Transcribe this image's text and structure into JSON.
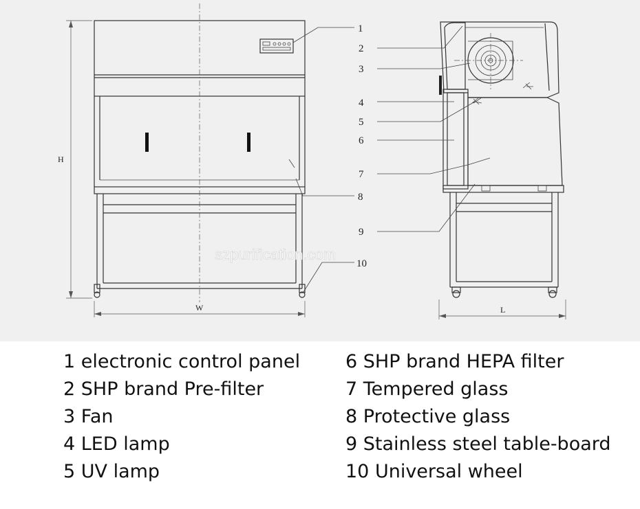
{
  "watermark": "szpurification.com",
  "front_view": {
    "dimension_height_label": "H",
    "dimension_width_label": "W"
  },
  "side_view": {
    "dimension_length_label": "L"
  },
  "callout_numbers": [
    "1",
    "2",
    "3",
    "4",
    "5",
    "6",
    "7",
    "8",
    "9",
    "10"
  ],
  "legend": {
    "left": [
      "1  electronic control panel",
      "2 SHP brand Pre-filter",
      "3 Fan",
      "4 LED lamp",
      "5 UV lamp"
    ],
    "right": [
      "6 SHP brand HEPA filter",
      "7 Tempered glass",
      "8 Protective glass",
      "9 Stainless steel table-board",
      "10  Universal wheel"
    ]
  }
}
